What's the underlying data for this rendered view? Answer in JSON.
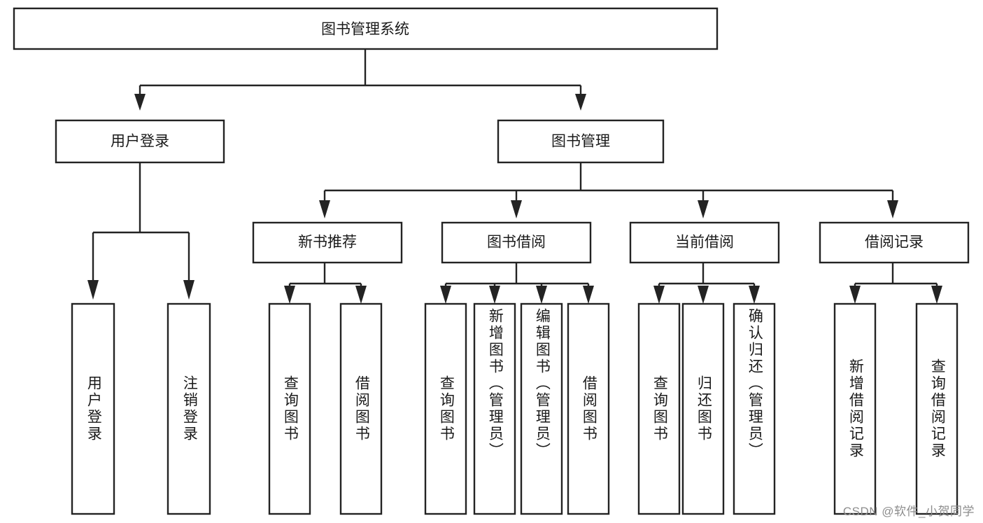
{
  "diagram": {
    "title": "图书管理系统",
    "type": "hierarchy-tree",
    "background_color": "#ffffff",
    "line_color": "#232323",
    "text_color": "#1a1a1a",
    "root": {
      "id": "root",
      "label": "图书管理系统",
      "orientation": "horizontal"
    },
    "level2": [
      {
        "id": "user-login",
        "label": "用户登录",
        "orientation": "horizontal"
      },
      {
        "id": "book-management",
        "label": "图书管理",
        "orientation": "horizontal"
      }
    ],
    "level3": [
      {
        "id": "new-book-recommend",
        "label": "新书推荐",
        "orientation": "horizontal",
        "parent": "book-management"
      },
      {
        "id": "book-borrow",
        "label": "图书借阅",
        "orientation": "horizontal",
        "parent": "book-management"
      },
      {
        "id": "current-borrow",
        "label": "当前借阅",
        "orientation": "horizontal",
        "parent": "book-management"
      },
      {
        "id": "borrow-record",
        "label": "借阅记录",
        "orientation": "horizontal",
        "parent": "book-management"
      }
    ],
    "leaves": [
      {
        "id": "leaf-user-login",
        "label": "用户登录",
        "parent": "user-login",
        "orientation": "vertical"
      },
      {
        "id": "leaf-logout",
        "label": "注销登录",
        "parent": "user-login",
        "orientation": "vertical"
      },
      {
        "id": "leaf-query-book-1",
        "label": "查询图书",
        "parent": "new-book-recommend",
        "orientation": "vertical"
      },
      {
        "id": "leaf-borrow-book-1",
        "label": "借阅图书",
        "parent": "new-book-recommend",
        "orientation": "vertical"
      },
      {
        "id": "leaf-query-book-2",
        "label": "查询图书",
        "parent": "book-borrow",
        "orientation": "vertical"
      },
      {
        "id": "leaf-add-book",
        "label": "新增图书（管理员）",
        "parent": "book-borrow",
        "orientation": "vertical"
      },
      {
        "id": "leaf-edit-book",
        "label": "编辑图书（管理员）",
        "parent": "book-borrow",
        "orientation": "vertical"
      },
      {
        "id": "leaf-borrow-book-2",
        "label": "借阅图书",
        "parent": "book-borrow",
        "orientation": "vertical"
      },
      {
        "id": "leaf-query-book-3",
        "label": "查询图书",
        "parent": "current-borrow",
        "orientation": "vertical"
      },
      {
        "id": "leaf-return-book",
        "label": "归还图书",
        "parent": "current-borrow",
        "orientation": "vertical"
      },
      {
        "id": "leaf-confirm-return",
        "label": "确认归还（管理员）",
        "parent": "current-borrow",
        "orientation": "vertical"
      },
      {
        "id": "leaf-add-record",
        "label": "新增借阅记录",
        "parent": "borrow-record",
        "orientation": "vertical"
      },
      {
        "id": "leaf-query-record",
        "label": "查询借阅记录",
        "parent": "borrow-record",
        "orientation": "vertical"
      }
    ]
  },
  "watermark": {
    "text": "CSDN @软件_小贺同学"
  }
}
